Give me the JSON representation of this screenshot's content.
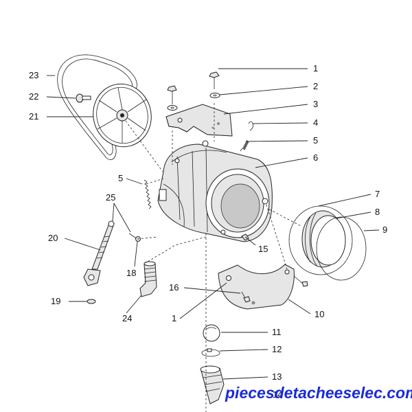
{
  "callouts": [
    {
      "id": "c1",
      "text": "1"
    },
    {
      "id": "c2",
      "text": "2"
    },
    {
      "id": "c3",
      "text": "3"
    },
    {
      "id": "c4",
      "text": "4"
    },
    {
      "id": "c5a",
      "text": "5"
    },
    {
      "id": "c6",
      "text": "6"
    },
    {
      "id": "c7",
      "text": "7"
    },
    {
      "id": "c8",
      "text": "8"
    },
    {
      "id": "c9",
      "text": "9"
    },
    {
      "id": "c10",
      "text": "10"
    },
    {
      "id": "c11",
      "text": "11"
    },
    {
      "id": "c12",
      "text": "12"
    },
    {
      "id": "c13",
      "text": "13"
    },
    {
      "id": "c14",
      "text": "14"
    },
    {
      "id": "c15",
      "text": "15"
    },
    {
      "id": "c16",
      "text": "16"
    },
    {
      "id": "c1b",
      "text": "1"
    },
    {
      "id": "c5b",
      "text": "5"
    },
    {
      "id": "c18",
      "text": "18"
    },
    {
      "id": "c19",
      "text": "19"
    },
    {
      "id": "c20",
      "text": "20"
    },
    {
      "id": "c21",
      "text": "21"
    },
    {
      "id": "c22",
      "text": "22"
    },
    {
      "id": "c23",
      "text": "23"
    },
    {
      "id": "c24",
      "text": "24"
    },
    {
      "id": "c25",
      "text": "25"
    }
  ],
  "watermark": {
    "text": "piecesdetacheeselec.com",
    "color": "#1a2bd8"
  }
}
